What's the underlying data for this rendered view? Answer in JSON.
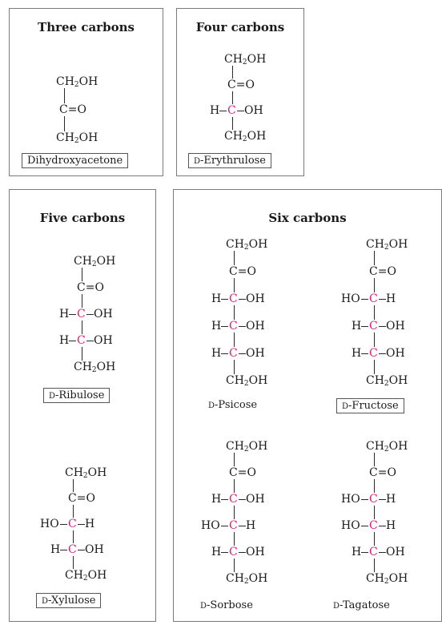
{
  "panels": {
    "three": {
      "title": "Three carbons"
    },
    "four": {
      "title": "Four carbons"
    },
    "five": {
      "title": "Five carbons"
    },
    "six": {
      "title": "Six carbons"
    }
  },
  "formula": {
    "ch2oh_main": "CH",
    "ch2oh_sub": "2",
    "ch2oh_tail": "OH",
    "carbonyl": "C=O",
    "chiral_c": "C",
    "h": "H",
    "oh": "OH",
    "ho": "HO"
  },
  "sugars": {
    "dihydroxyacetone": {
      "name": "Dihydroxyacetone"
    },
    "erythrulose": {
      "prefix": "D",
      "name": "-Erythrulose"
    },
    "ribulose": {
      "prefix": "D",
      "name": "-Ribulose"
    },
    "xylulose": {
      "prefix": "D",
      "name": "-Xylulose"
    },
    "psicose": {
      "prefix": "D",
      "name": "-Psicose"
    },
    "fructose": {
      "prefix": "D",
      "name": "-Fructose"
    },
    "sorbose": {
      "prefix": "D",
      "name": "-Sorbose"
    },
    "tagatose": {
      "prefix": "D",
      "name": "-Tagatose"
    }
  },
  "colors": {
    "chiral_carbon": "#e0197a",
    "border": "#7a7a7a"
  }
}
